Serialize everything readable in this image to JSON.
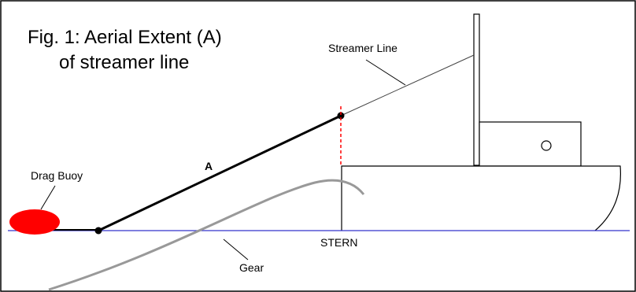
{
  "figure": {
    "title_line1": "Fig. 1: Aerial Extent (A)",
    "title_line2": "of streamer line"
  },
  "labels": {
    "streamer_line": "Streamer Line",
    "drag_buoy": "Drag Buoy",
    "aerial_extent": "A",
    "stern": "STERN",
    "gear": "Gear"
  },
  "colors": {
    "frame": "#000000",
    "waterline": "#3333cc",
    "buoy": "#ff0000",
    "stern_marker": "#ff0000",
    "gear": "#999999",
    "aerial_segment": "#000000"
  }
}
